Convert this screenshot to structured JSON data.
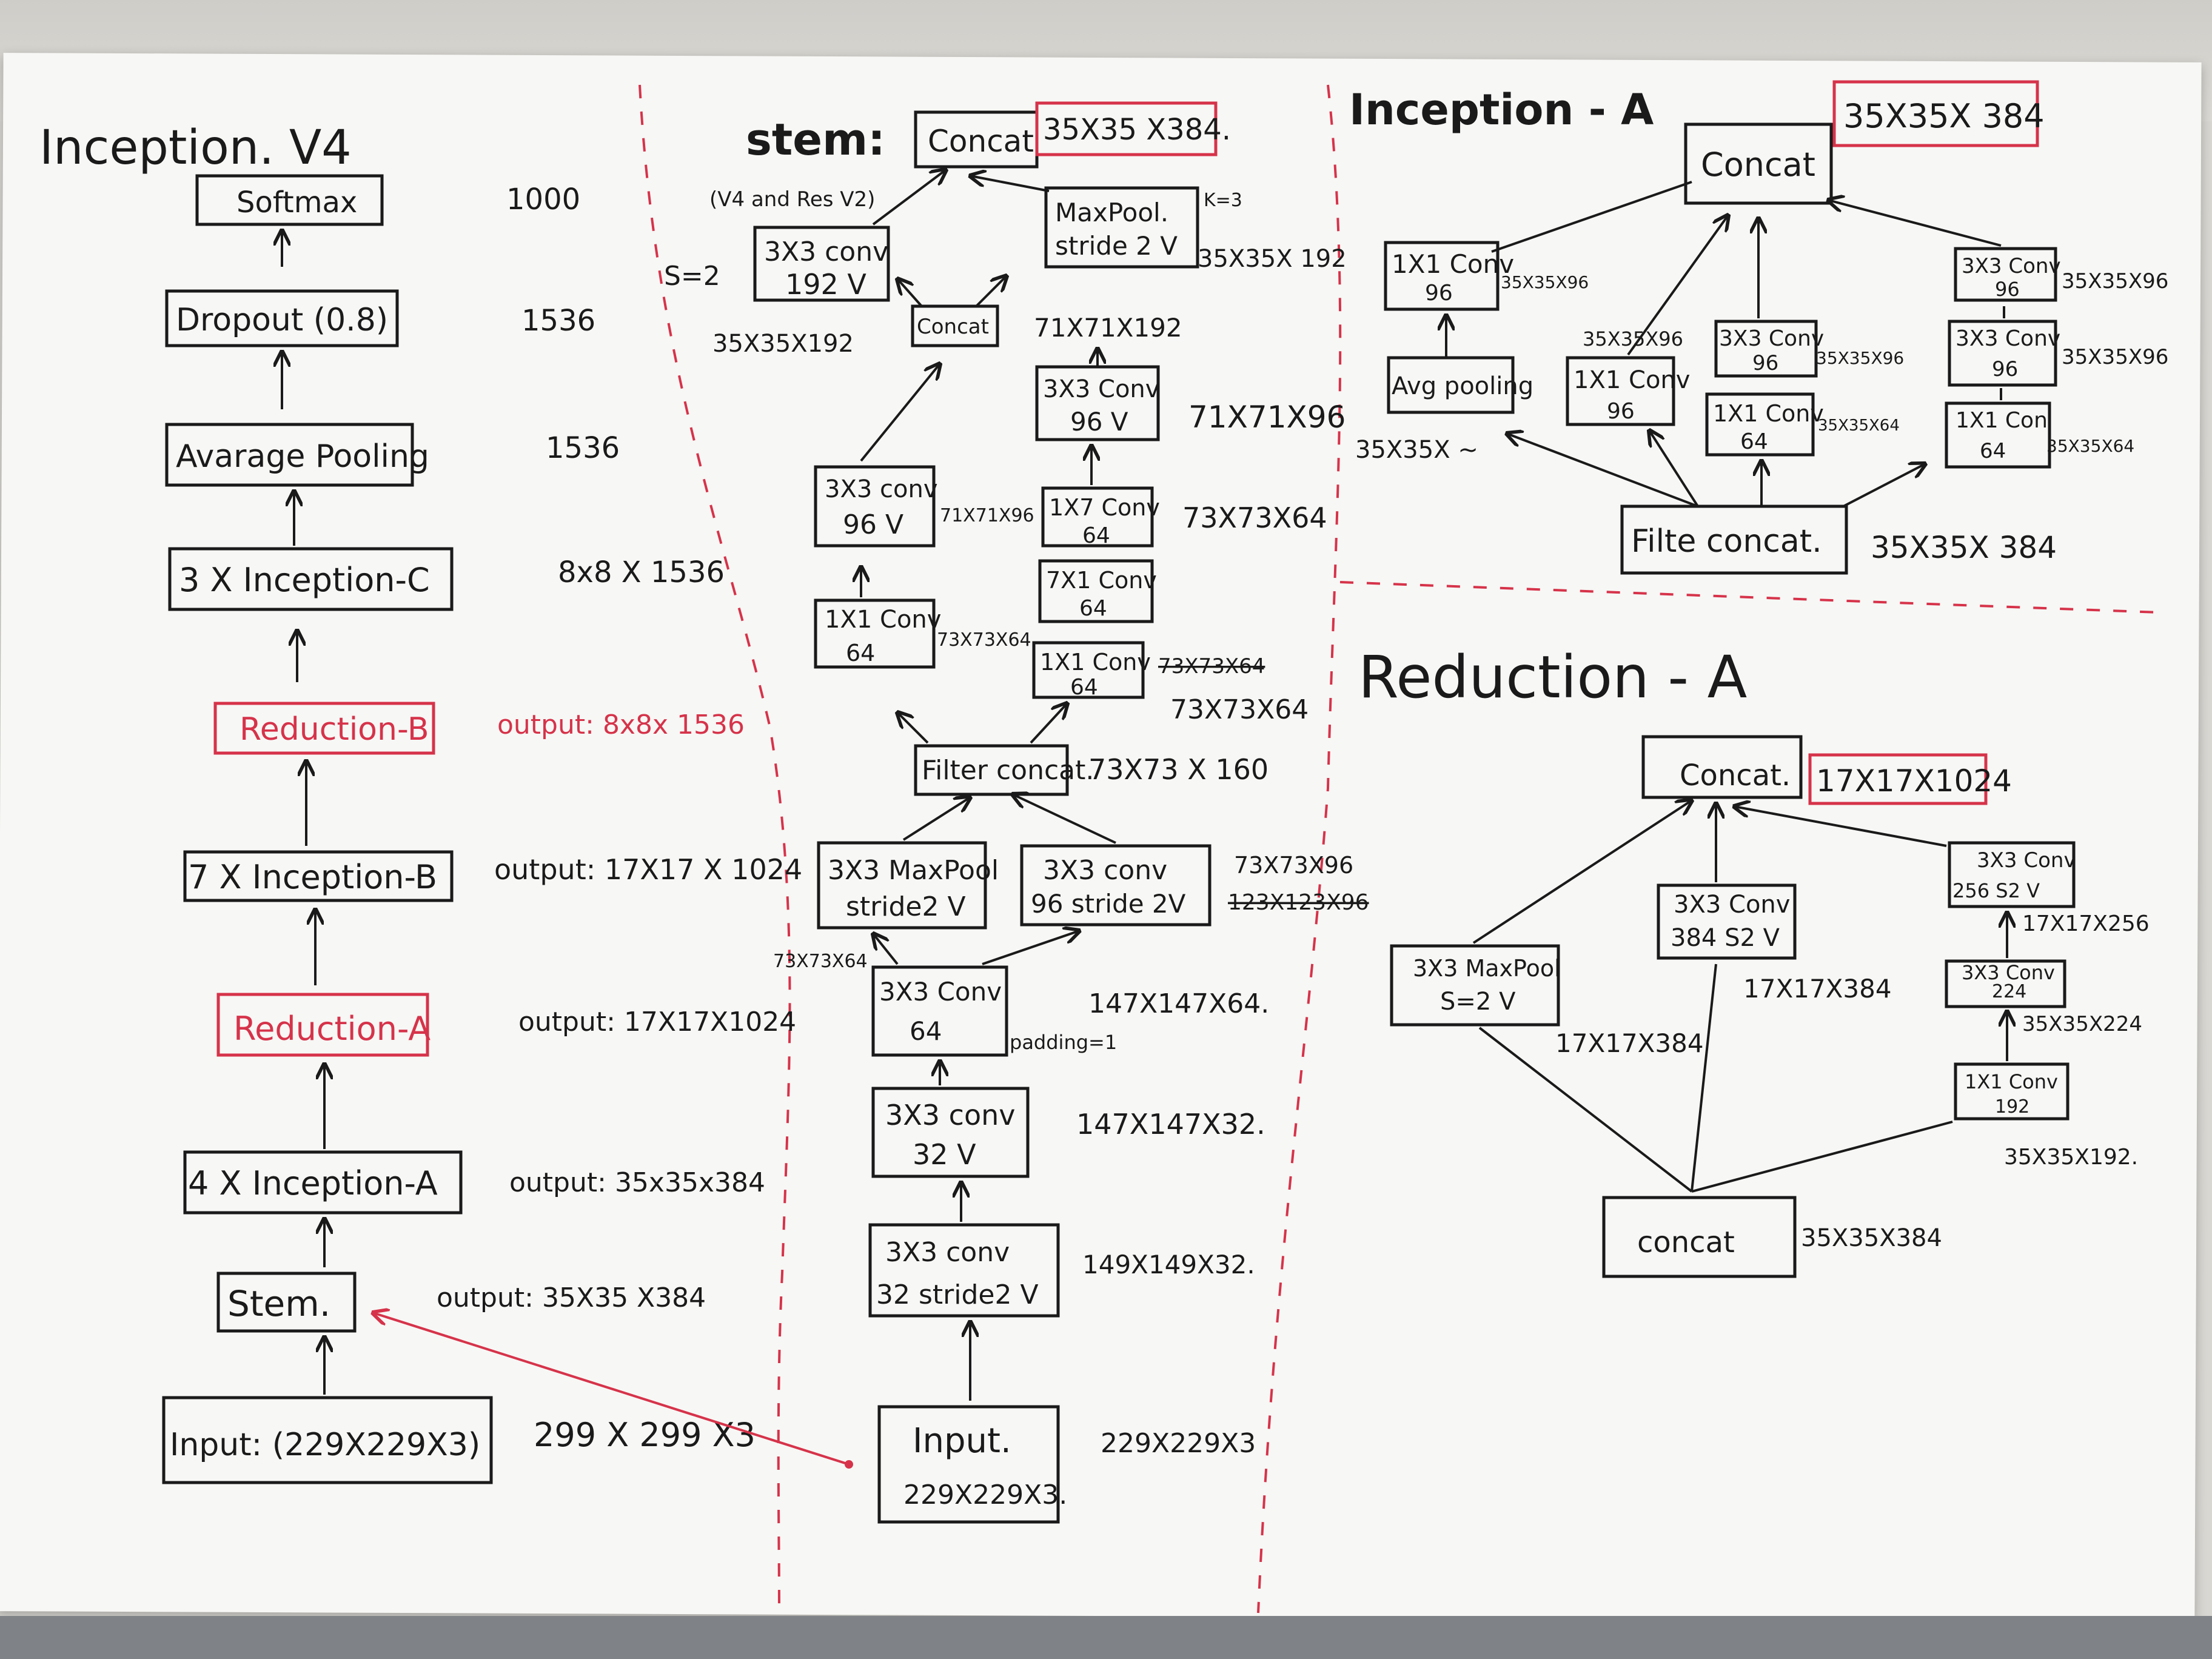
{
  "left": {
    "title": "Inception. V4",
    "blocks": [
      {
        "label": "Softmax",
        "note": "1000"
      },
      {
        "label": "Dropout (0.8)",
        "note": "1536"
      },
      {
        "label": "Avarage Pooling",
        "note": "1536"
      },
      {
        "label": "3 X Inception-C",
        "note": "8x8 X 1536"
      },
      {
        "label": "Reduction-B",
        "note": "output: 8x8x 1536"
      },
      {
        "label": "7 X Inception-B",
        "note": "output: 17X17 X 1024"
      },
      {
        "label": "Reduction-A",
        "note": "output: 17X17X1024"
      },
      {
        "label": "4 X Inception-A",
        "note": "output: 35x35x384"
      },
      {
        "label": "Stem.",
        "note": "output: 35X35 X384"
      },
      {
        "label": "Input: (229X229X3)",
        "note": "299 X 299 X3"
      }
    ]
  },
  "stem": {
    "title": "stem:",
    "concat_top": "Concat",
    "concat_top_out": "35X35 X384.",
    "v4_note": "(V4 and Res V2)",
    "s2": "S=2",
    "conv192": [
      "3X3 conv",
      "192 V"
    ],
    "conv192_out": "35X35X192",
    "maxpool_top": [
      "MaxPool.",
      "stride 2 V"
    ],
    "k3": "K=3",
    "maxpool_top_out": "35X35X 192",
    "concat_mid": "Concat",
    "concat_mid_out": "71X71X192",
    "conv96_right": [
      "3X3 Conv",
      "96 V"
    ],
    "conv96_right_out": "71X71X96",
    "conv96_left": [
      "3X3 conv",
      "96 V"
    ],
    "conv96_left_out": "71X71X96",
    "conv1x7": [
      "1X7 Conv",
      "64"
    ],
    "conv1x7_out": "73X73X64",
    "conv7x1": [
      "7X1 Conv",
      "64"
    ],
    "conv1x1_left": [
      "1X1 Conv",
      "64"
    ],
    "conv1x1_left_out": "73X73X64",
    "conv1x1_right": [
      "1X1 Conv",
      "64"
    ],
    "conv1x1_right_out_struck": "73X73X64",
    "conv1x1_right_out": "73X73X64",
    "filter_concat": "Filter concat.",
    "filter_concat_out": "73X73 X 160",
    "maxpool_mid": [
      "3X3 MaxPool",
      "stride2 V"
    ],
    "maxpool_mid_out": "73X73X64",
    "conv96s2": [
      "3X3 conv",
      "96 stride 2V"
    ],
    "conv96s2_out": "73X73X96",
    "conv96s2_out_struck": "123X123X96",
    "conv64": [
      "3X3 Conv",
      "64"
    ],
    "padding": "padding=1",
    "conv64_out": "147X147X64.",
    "conv32": [
      "3X3 conv",
      "32   V"
    ],
    "conv32_out": "147X147X32.",
    "conv32s2": [
      "3X3  conv",
      "32 stride2 V"
    ],
    "conv32s2_out": "149X149X32.",
    "input": [
      "Input.",
      "229X229X3."
    ],
    "input_out": "229X229X3"
  },
  "incA": {
    "title": "Inception - A",
    "out_tag": "35X35X 384",
    "concat": "Concat",
    "b1": [
      "1X1 Conv",
      "96"
    ],
    "b1_out": "35X35X96",
    "avg": "Avg pooling",
    "avg_out": "35X35X ~",
    "b2": [
      "1X1 Conv",
      "96"
    ],
    "b2_out": "35X35X96",
    "b3a": [
      "3X3 Conv",
      "96"
    ],
    "b3a_out": "35X35X96",
    "b3b": [
      "1X1 Conv",
      "64"
    ],
    "b3b_out": "35X35X64",
    "b4a": [
      "3X3 Conv",
      "96"
    ],
    "b4a_out": "35X35X96",
    "b4b": [
      "3X3 Conv",
      "96"
    ],
    "b4b_out": "35X35X96",
    "b4c": [
      "1X1 Con",
      "64"
    ],
    "b4c_out": "35X35X64",
    "filter": "Filte concat.",
    "filter_out": "35X35X 384"
  },
  "redA": {
    "title": "Reduction - A",
    "concat": "Concat.",
    "out_tag": "17X17X1024",
    "maxpool": [
      "3X3 MaxPool",
      "S=2 V"
    ],
    "maxpool_out": "17X17X384",
    "conv384": [
      "3X3 Conv",
      "384 S2 V"
    ],
    "conv384_out": "17X17X384",
    "conv256": [
      "3X3 Conv",
      "256 S2 V"
    ],
    "conv256_out": "17X17X256",
    "conv224": [
      "3X3 Conv",
      "224"
    ],
    "conv224_out": "35X35X224",
    "conv192": [
      "1X1 Conv",
      "192"
    ],
    "conv192_out": "35X35X192.",
    "bottom": "concat",
    "bottom_out": "35X35X384"
  },
  "colors": {
    "ink": "#1a1a1a",
    "red": "#d6334a",
    "paper": "#f7f7f5"
  }
}
